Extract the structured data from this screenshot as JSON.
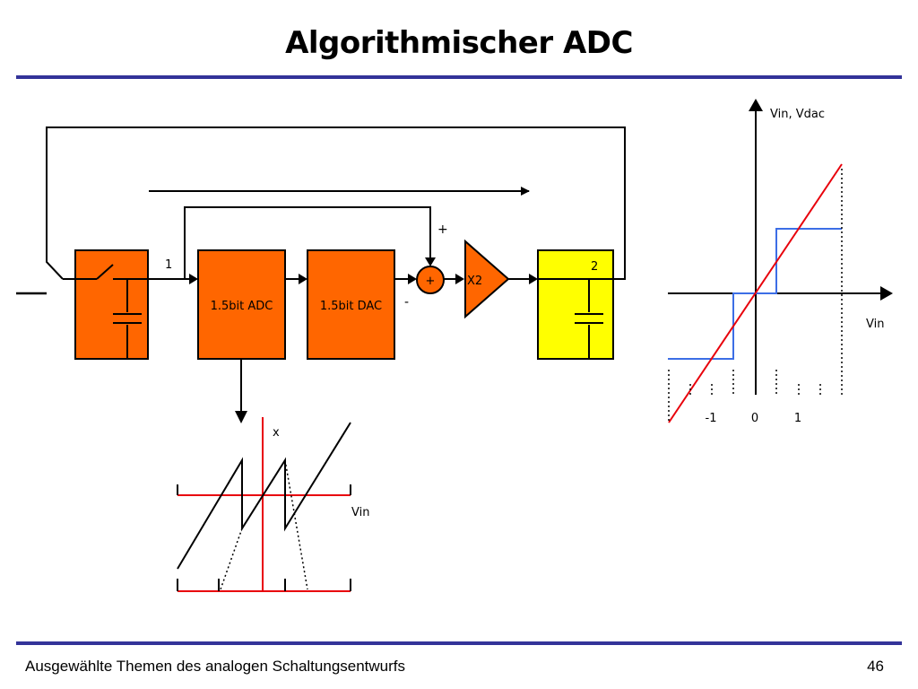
{
  "slide": {
    "title": "Algorithmischer ADC",
    "footer": "Ausgewählte Themen des analogen Schaltungsentwurfs",
    "page_number": "46"
  },
  "colors": {
    "rule": "#333399",
    "block_orange": "#ff6600",
    "block_yellow": "#ffff00",
    "transfer_curve": "#e8000b",
    "dac_staircase": "#3c6ee6",
    "axis": "#000000"
  },
  "block_diagram": {
    "node_1": "1",
    "node_2": "2",
    "adc_label": "1.5bit ADC",
    "dac_label": "1.5bit DAC",
    "summer_symbol": "+",
    "summer_plus": "+",
    "summer_minus": "-",
    "amp_label": "X2"
  },
  "residue_plot": {
    "y_label": "x",
    "x_label": "Vin"
  },
  "transfer_plot": {
    "y_label": "Vin, Vdac",
    "x_label": "Vin",
    "ticks": [
      "-1",
      "0",
      "1"
    ]
  }
}
